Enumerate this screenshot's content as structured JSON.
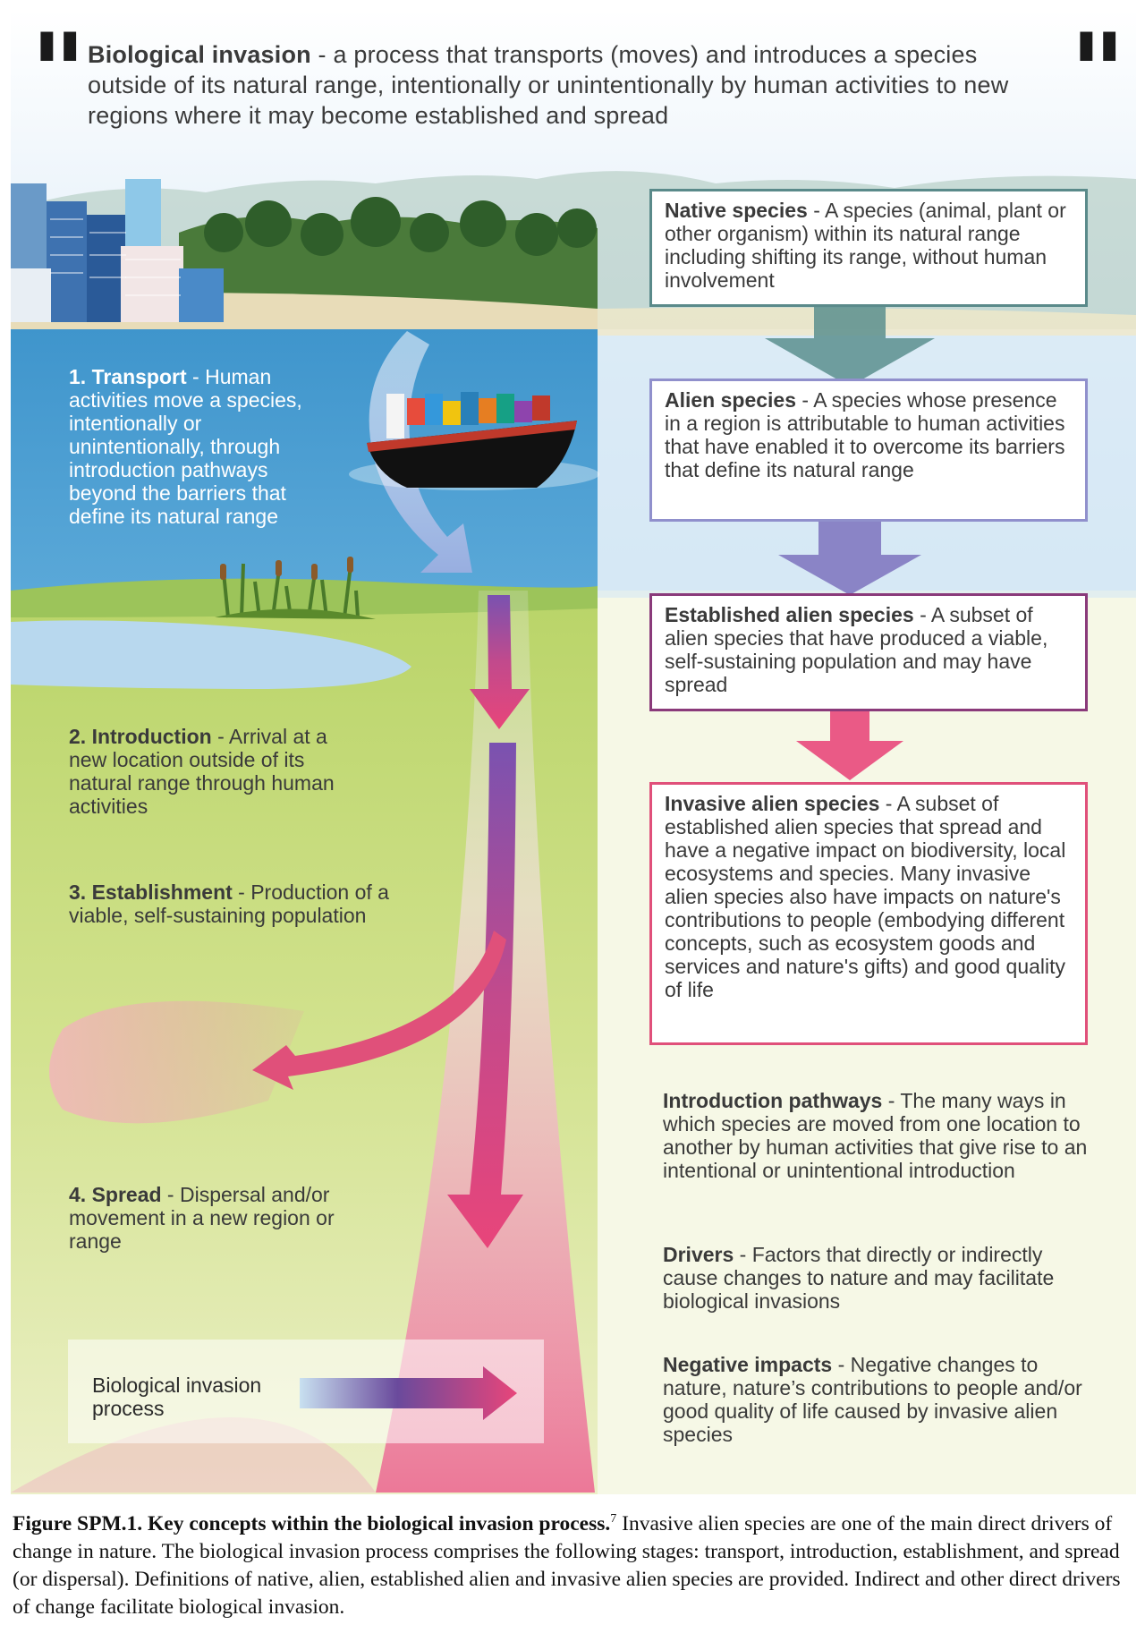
{
  "quote": {
    "term": "Biological invasion",
    "text": " - a process that transports (moves) and introduces a species outside of its natural range, intentionally or unintentionally by human activities to new regions where it may become established and spread"
  },
  "stages": [
    {
      "term": "1. Transport",
      "text": " - Human activities move a species, intentionally or unintentionally, through introduction pathways beyond the barriers that define its natural range"
    },
    {
      "term": "2. Introduction",
      "text": " - Arrival at a new location outside of its natural range through human activities"
    },
    {
      "term": "3. Establishment",
      "text": " - Production of a viable, self-sustaining population"
    },
    {
      "term": "4. Spread",
      "text": " - Dispersal and/or movement in a new region or range"
    }
  ],
  "definitions": [
    {
      "term": "Native species",
      "text": " - A species (animal, plant or other organism) within its natural range including shifting its range, without human involvement",
      "color": "#4e8a8a"
    },
    {
      "term": "Alien species",
      "text": " - A species whose presence in a region is attributable to human activities that have enabled it to overcome its barriers that define its natural range",
      "color": "#8a8fc8"
    },
    {
      "term": "Established alien species",
      "text": " - A subset of alien species that have produced a viable, self-sustaining population and may have spread",
      "color": "#8a3a7a"
    },
    {
      "term": "Invasive alien species",
      "text": " - A subset of established alien species that spread and have a negative impact on biodiversity, local ecosystems and species. Many invasive alien species also have impacts on nature's contributions to people (embodying different concepts, such as ecosystem goods and services and nature's gifts) and good quality of life",
      "color": "#e0507a"
    }
  ],
  "glossary": [
    {
      "term": "Introduction pathways",
      "text": " - The many ways in which species are moved from one location to another by human activities that give rise to an intentional or unintentional introduction"
    },
    {
      "term": "Drivers",
      "text": " - Factors that directly or indirectly cause changes to nature and may facilitate biological invasions"
    },
    {
      "term": "Negative impacts",
      "text": " - Negative changes to nature, nature’s contributions to people and/or good quality of life caused by invasive alien species"
    }
  ],
  "legend": {
    "label": "Biological invasion process"
  },
  "caption": {
    "title": "Figure SPM.1. Key concepts within the biological invasion process.",
    "footnote": "7",
    "text": " Invasive alien species are one of the main direct drivers of change in nature. The biological invasion process comprises the following stages: transport, introduction, establishment, and spread (or dispersal). Definitions of native, alien, established alien and invasive alien species are provided. Indirect and other direct drivers of change facilitate biological invasion."
  },
  "colors": {
    "sky": "#dcecf6",
    "water": "#4a9cd0",
    "grass": "#c8dc78",
    "transport": "#a8c0e8",
    "introduction": "#7a55b0",
    "spread": "#e8457a"
  }
}
